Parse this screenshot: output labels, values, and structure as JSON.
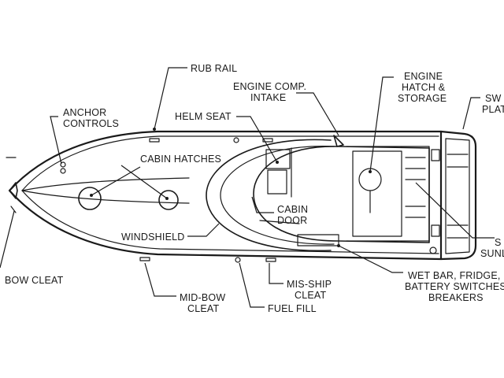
{
  "labels": {
    "rub_rail": "RUB RAIL",
    "anchor_controls": [
      "ANCHOR",
      "CONTROLS"
    ],
    "helm_seat": "HELM SEAT",
    "engine_comp_intake": [
      "ENGINE COMP.",
      "INTAKE"
    ],
    "engine_hatch_storage": [
      "ENGINE",
      "HATCH &",
      "STORAGE"
    ],
    "swim_platform_partial": [
      "SW",
      "PLAT"
    ],
    "cabin_hatches": "CABIN HATCHES",
    "cabin_door": [
      "CABIN",
      "DOOR"
    ],
    "windshield": "WINDSHIELD",
    "sunlounge_partial": [
      "S",
      "SUNL"
    ],
    "bow_cleat": "BOW CLEAT",
    "mid_bow_cleat": [
      "MID-BOW",
      "CLEAT"
    ],
    "mis_ship_cleat": [
      "MIS-SHIP",
      "CLEAT"
    ],
    "fuel_fill": "FUEL FILL",
    "wet_bar": [
      "WET BAR, FRIDGE,",
      "BATTERY SWITCHES",
      "BREAKERS"
    ]
  },
  "colors": {
    "ink": "#1a1a1a",
    "background": "#ffffff"
  }
}
